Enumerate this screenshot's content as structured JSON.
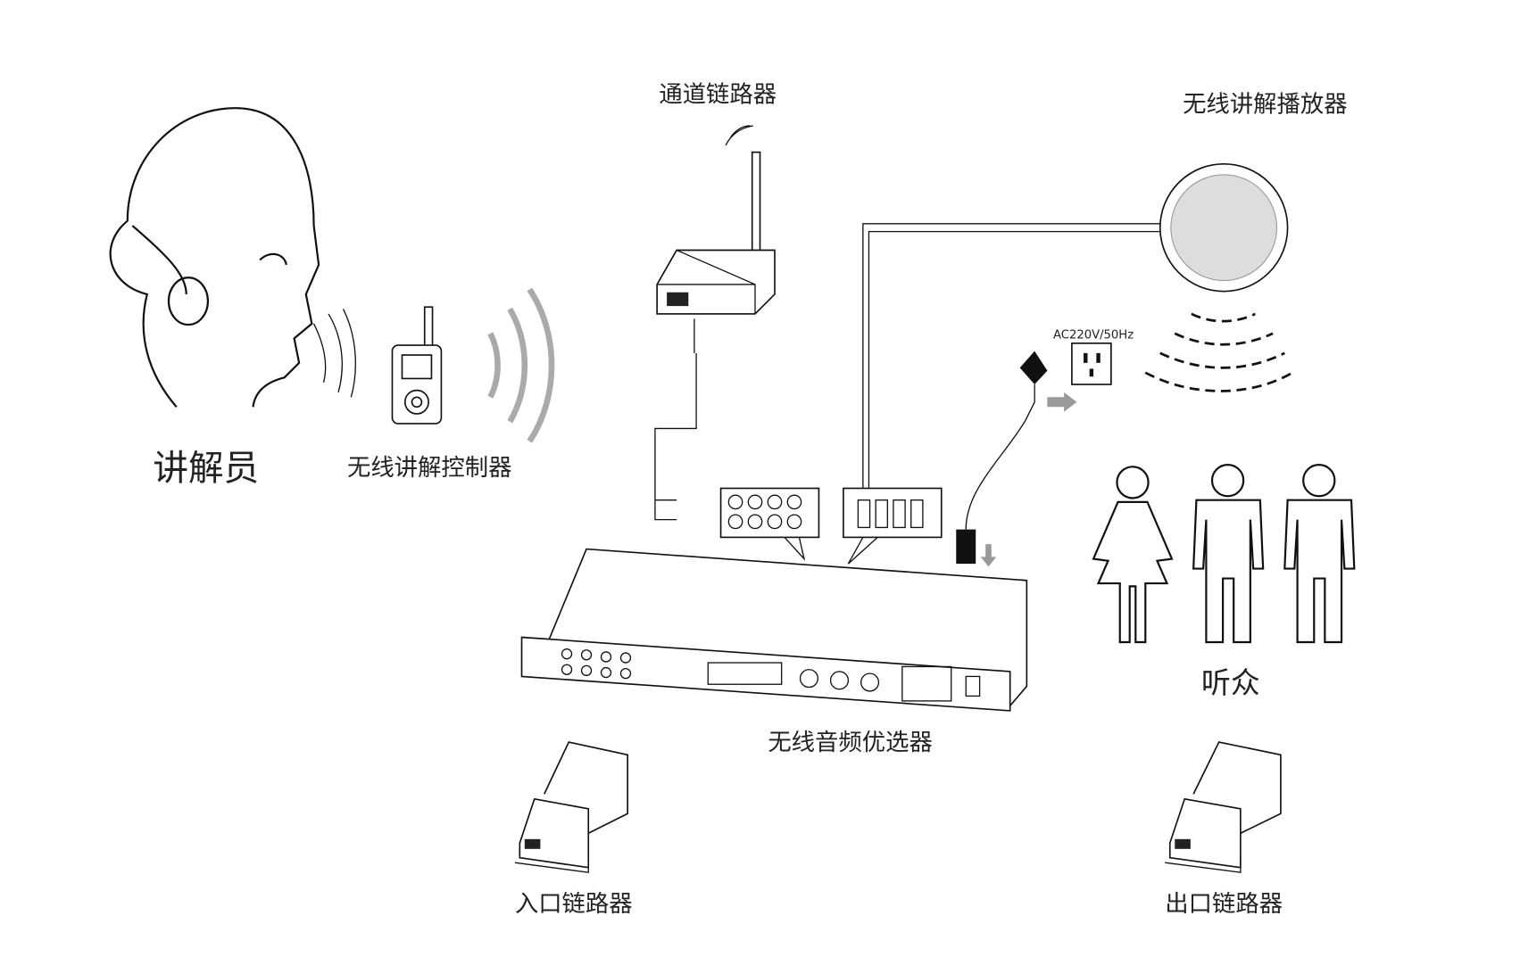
{
  "labels": {
    "presenter": "讲解员",
    "controller": "无线讲解控制器",
    "channel_linker": "通道链路器",
    "player": "无线讲解播放器",
    "power_spec": "AC220V/50Hz",
    "audience": "听众",
    "selector": "无线音频优选器",
    "entry_linker": "入口链路器",
    "exit_linker": "出口链路器"
  }
}
